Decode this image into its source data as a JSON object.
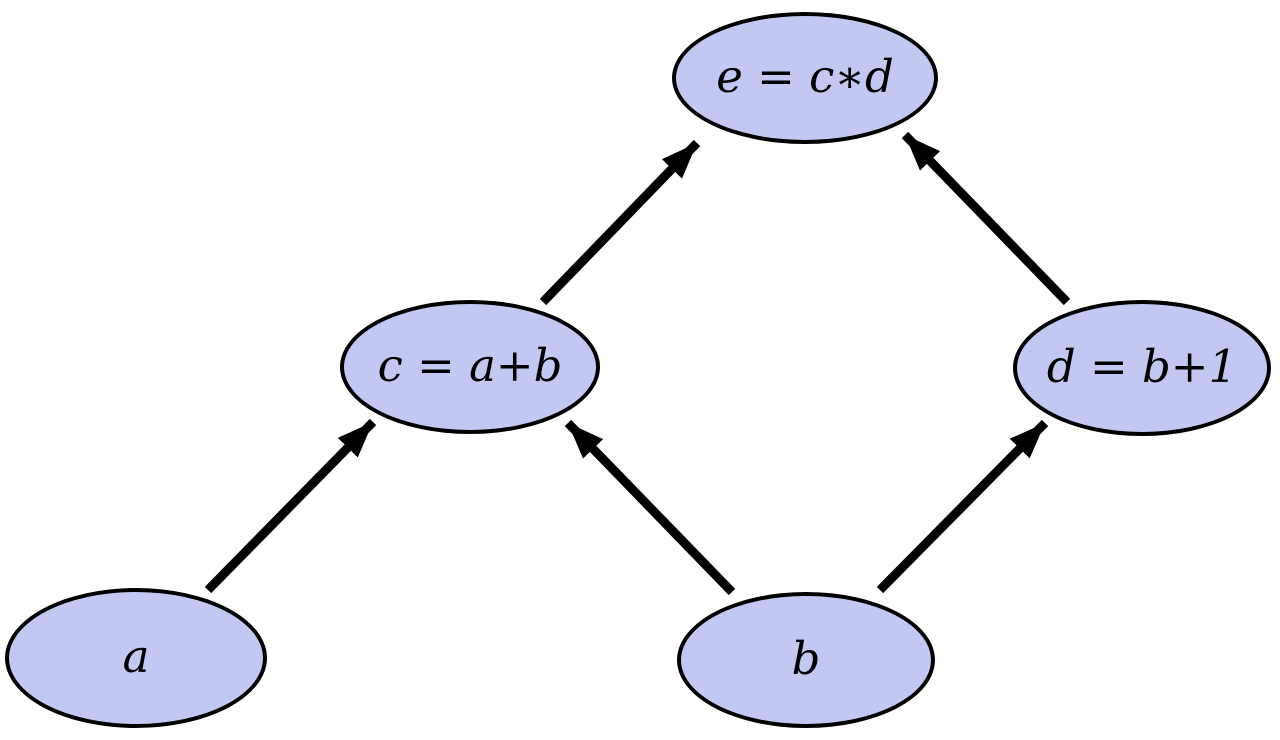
{
  "diagram": {
    "type": "computation-graph",
    "nodes": [
      {
        "id": "a",
        "label": "a"
      },
      {
        "id": "b",
        "label": "b"
      },
      {
        "id": "c",
        "label": "c = a+b"
      },
      {
        "id": "d",
        "label": "d = b+1"
      },
      {
        "id": "e",
        "label": "e = c∗d"
      }
    ],
    "edges": [
      {
        "from": "a",
        "to": "c"
      },
      {
        "from": "b",
        "to": "c"
      },
      {
        "from": "b",
        "to": "d"
      },
      {
        "from": "c",
        "to": "e"
      },
      {
        "from": "d",
        "to": "e"
      }
    ],
    "colors": {
      "node_fill": "#c3c8f2",
      "node_border": "#000000",
      "arrow": "#000000",
      "background": "#ffffff"
    }
  }
}
